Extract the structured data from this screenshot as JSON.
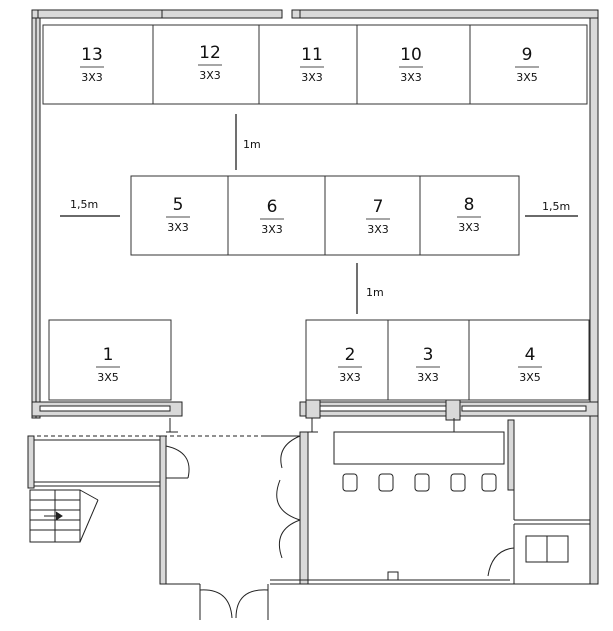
{
  "booths": [
    {
      "id": "booth-13",
      "number": "13",
      "size": "3X3"
    },
    {
      "id": "booth-12",
      "number": "12",
      "size": "3X3"
    },
    {
      "id": "booth-11",
      "number": "11",
      "size": "3X3"
    },
    {
      "id": "booth-10",
      "number": "10",
      "size": "3X3"
    },
    {
      "id": "booth-9",
      "number": "9",
      "size": "3X5"
    },
    {
      "id": "booth-5",
      "number": "5",
      "size": "3X3"
    },
    {
      "id": "booth-6",
      "number": "6",
      "size": "3X3"
    },
    {
      "id": "booth-7",
      "number": "7",
      "size": "3X3"
    },
    {
      "id": "booth-8",
      "number": "8",
      "size": "3X3"
    },
    {
      "id": "booth-1",
      "number": "1",
      "size": "3X5"
    },
    {
      "id": "booth-2",
      "number": "2",
      "size": "3X3"
    },
    {
      "id": "booth-3",
      "number": "3",
      "size": "3X3"
    },
    {
      "id": "booth-4",
      "number": "4",
      "size": "3X5"
    }
  ],
  "dimensions": {
    "top_gap": "1m",
    "left_gap": "1,5m",
    "right_gap": "1,5m",
    "bottom_gap": "1m"
  },
  "colors": {
    "wall": "#222222",
    "booth_stroke": "#333333",
    "wall_fill": "#d9d9d9",
    "background": "#ffffff"
  }
}
